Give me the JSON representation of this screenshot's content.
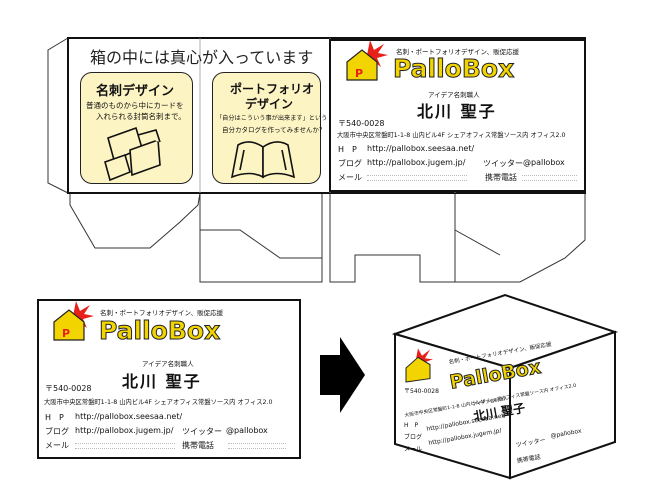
{
  "box_headline": "箱の中には真心が入っています",
  "panels": [
    {
      "title": "名刺デザイン",
      "text1": "普通のものから中にカードを",
      "text2": "入れられる封筒名刺まで。"
    },
    {
      "title1": "ポートフォリオ",
      "title2": "デザイン",
      "text1": "「自分はこういう事が出来ます」という",
      "text2": "自分カタログを作ってみませんか？"
    }
  ],
  "card": {
    "tagline": "名刺・ポートフォリオデザイン、販促応援",
    "brand": "PalloBox",
    "role": "アイデア名刺職人",
    "name": "北川 聖子",
    "postal": "〒540-0028",
    "address": "大阪市中央区常盤町1-1-8 山内ビル4F シェアオフィス常盤ソース内 オフィス2.0",
    "hp_label": "H　P",
    "hp_url": "http://pallobox.seesaa.net/",
    "blog_label": "ブログ",
    "blog_url": "http://pallobox.jugem.jp/",
    "twitter_label": "ツイッター",
    "twitter_id": "@pallobox",
    "mail_label": "メール",
    "mobile_label": "携帯電話"
  },
  "icons": [
    "house-logo-icon",
    "cards-icon",
    "book-icon",
    "arrow-right-icon",
    "cube-box-icon"
  ],
  "colors": {
    "brand_yellow": "#f2d400",
    "panel_fill": "#fdf4c4",
    "logo_red": "#e8201a"
  }
}
